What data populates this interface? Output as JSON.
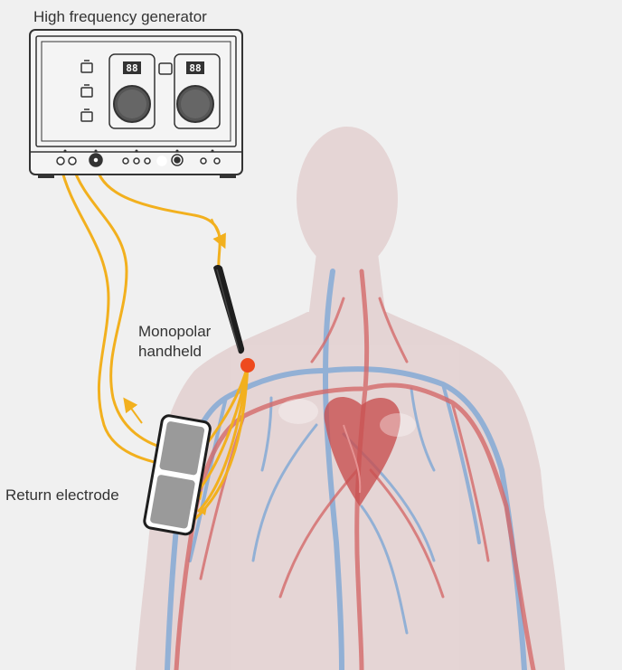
{
  "labels": {
    "generator": "High frequency generator",
    "handheld_line1": "Monopolar",
    "handheld_line2": "handheld",
    "return_electrode": "Return electrode"
  },
  "generator": {
    "display_left": "88",
    "display_right": "88"
  },
  "colors": {
    "background": "#f0f0f0",
    "body": "#e2cfcf",
    "artery": "#d46a6a",
    "vein": "#7ea8d6",
    "heart": "#c85050",
    "cable": "#f2b01e",
    "handpiece": "#1e1e1e",
    "tip": "#ee4a1e",
    "generator_body": "#f4f4f4",
    "generator_outline": "#333333",
    "electrode_pad": "#999999"
  },
  "icons": [
    "current-direction-arrow",
    "current-direction-arrow"
  ]
}
